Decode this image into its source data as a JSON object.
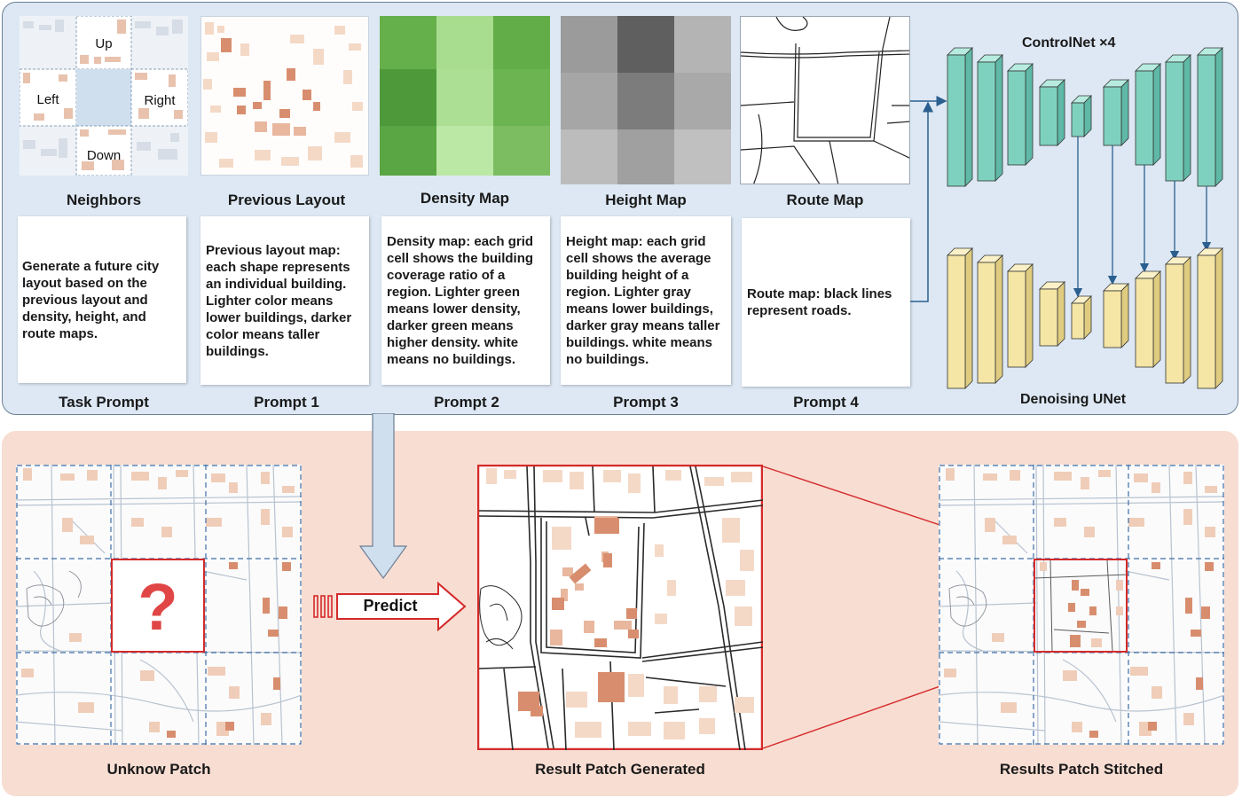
{
  "top": {
    "images": [
      {
        "key": "neighbors",
        "label": "Neighbors"
      },
      {
        "key": "previous",
        "label": "Previous Layout"
      },
      {
        "key": "density",
        "label": "Density Map"
      },
      {
        "key": "height",
        "label": "Height Map"
      },
      {
        "key": "route",
        "label": "Route Map"
      }
    ],
    "neighbor_words": {
      "up": "Up",
      "left": "Left",
      "right": "Right",
      "down": "Down"
    },
    "prompts": [
      {
        "label": "Task Prompt",
        "text": "Generate a future city layout based on the previous layout and density, height, and route maps."
      },
      {
        "label": "Prompt 1",
        "text": "Previous layout map: each shape represents an individual building. Lighter color means lower buildings, darker color means taller buildings."
      },
      {
        "label": "Prompt 2",
        "text": "Density map: each grid cell shows the building coverage ratio of a region. Lighter green means lower density, darker green means higher density. white means no buildings."
      },
      {
        "label": "Prompt 3",
        "text": "Height map: each grid cell shows the average building height of a region. Lighter gray means lower buildings, darker gray means taller buildings. white means no buildings."
      },
      {
        "label": "Prompt 4",
        "text": "Route map: black lines represent roads."
      }
    ],
    "controlnet_title": "ControlNet ×4",
    "unet_title": "Denoising UNet"
  },
  "bottom": {
    "unknown_label": "Unknow Patch",
    "predict_label": "Predict",
    "result_label": "Result Patch Generated",
    "stitched_label": "Results Patch Stitched",
    "question_mark": "?"
  },
  "colors": {
    "top_panel": "#dde8f4",
    "bottom_panel": "#f8ddd2",
    "controlnet": "#7fd1bf",
    "unet": "#f5e6a6",
    "accent_red": "#d42a2a",
    "arrow_blue": "#2a5f8f"
  }
}
